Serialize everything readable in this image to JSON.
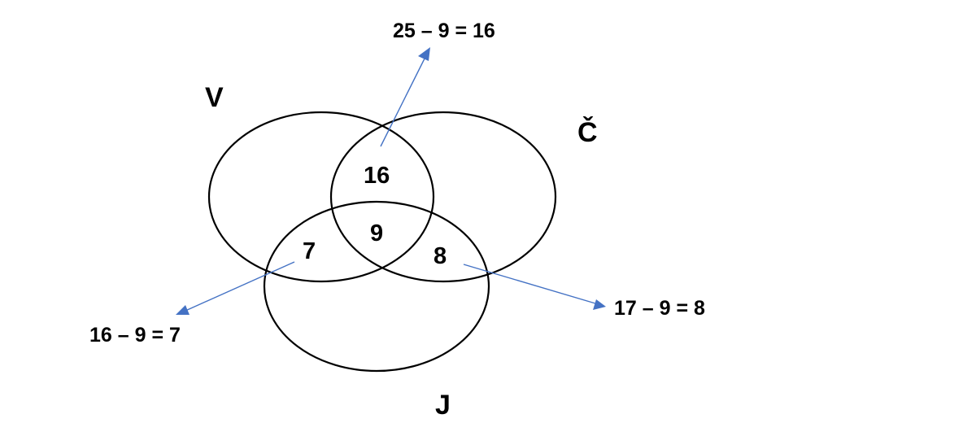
{
  "sets": {
    "v": {
      "label": "V"
    },
    "c": {
      "label": "Č"
    },
    "j": {
      "label": "J"
    }
  },
  "regions": {
    "v_c_only": "16",
    "all_three": "9",
    "v_j_only": "7",
    "c_j_only": "8"
  },
  "calculations": {
    "v_c": "25 – 9 = 16",
    "v_j": "16 – 9 = 7",
    "c_j": "17 – 9 = 8"
  },
  "colors": {
    "arrow": "#4472C4",
    "outline": "#000000"
  }
}
